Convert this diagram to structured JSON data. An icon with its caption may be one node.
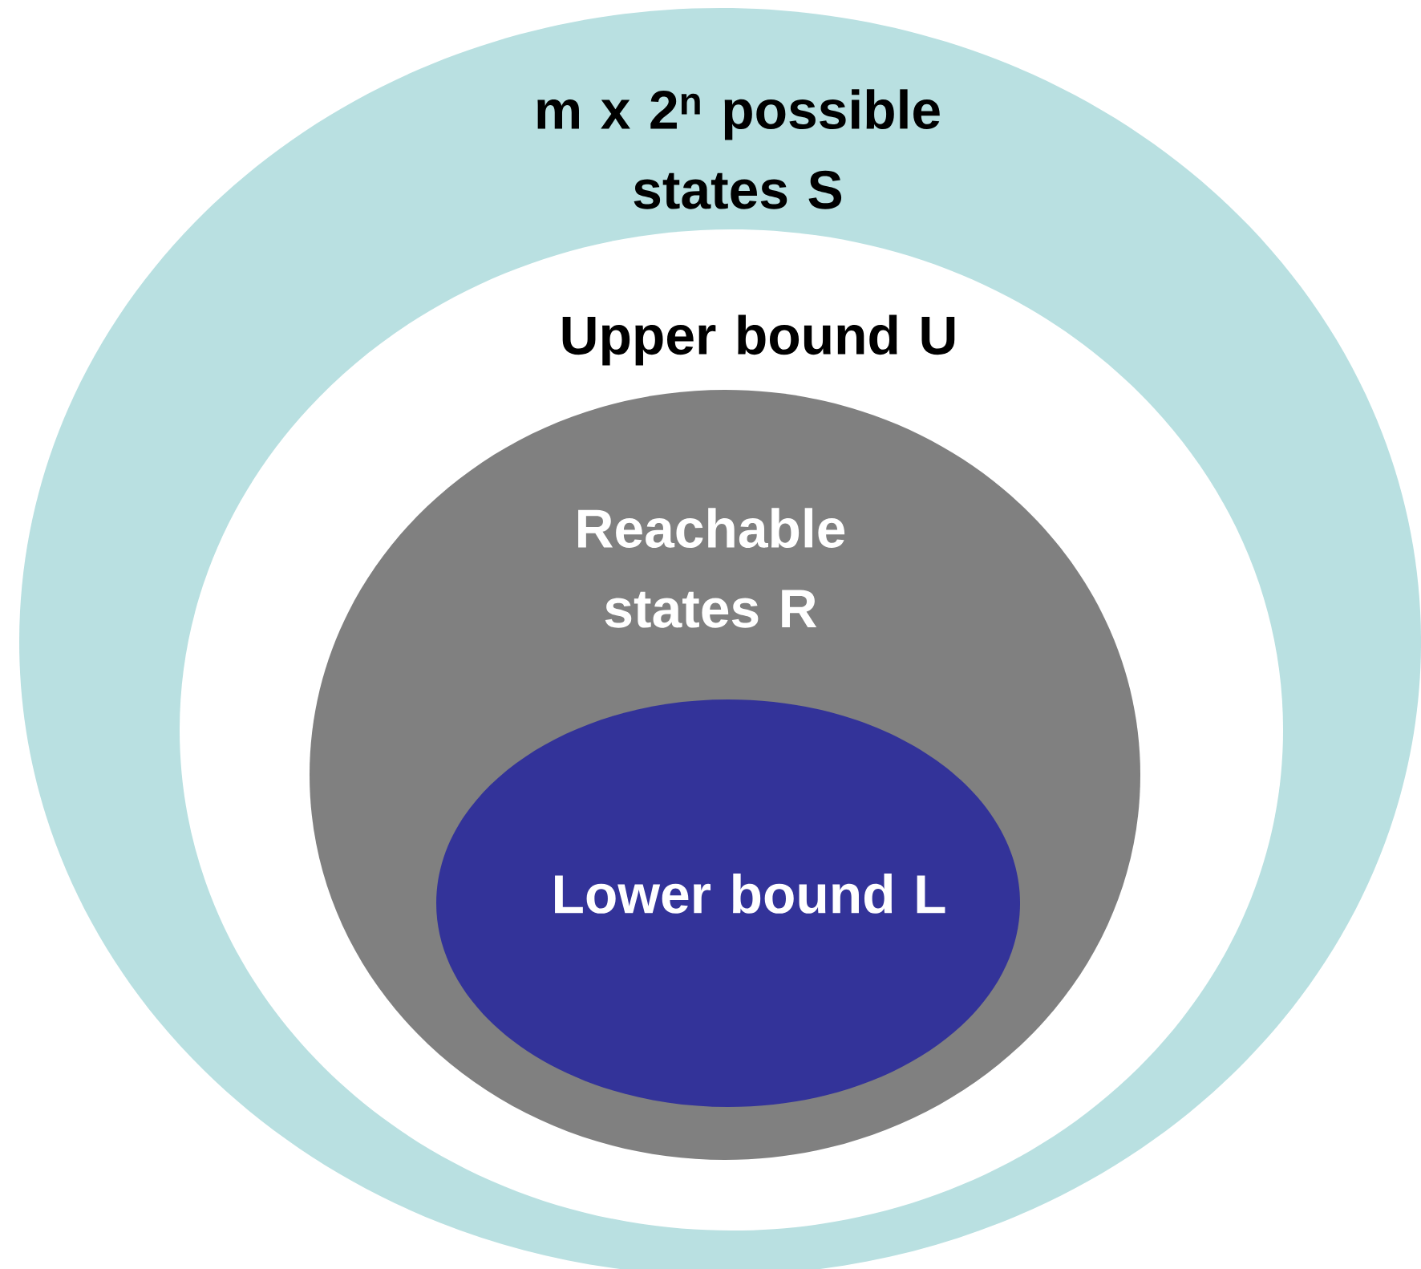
{
  "diagram": {
    "nodes": [
      {
        "text": [
          "m x 2$^{n}$ possible states S"
        ]
      },
      {
        "text": [
          "Upper bound U"
        ],
        "in": 0
      },
      {
        "text": [
          "Reachable states R"
        ],
        "in": 1
      },
      {
        "text": [
          "Lower bound L"
        ],
        "in": 2
      }
    ]
  }
}
